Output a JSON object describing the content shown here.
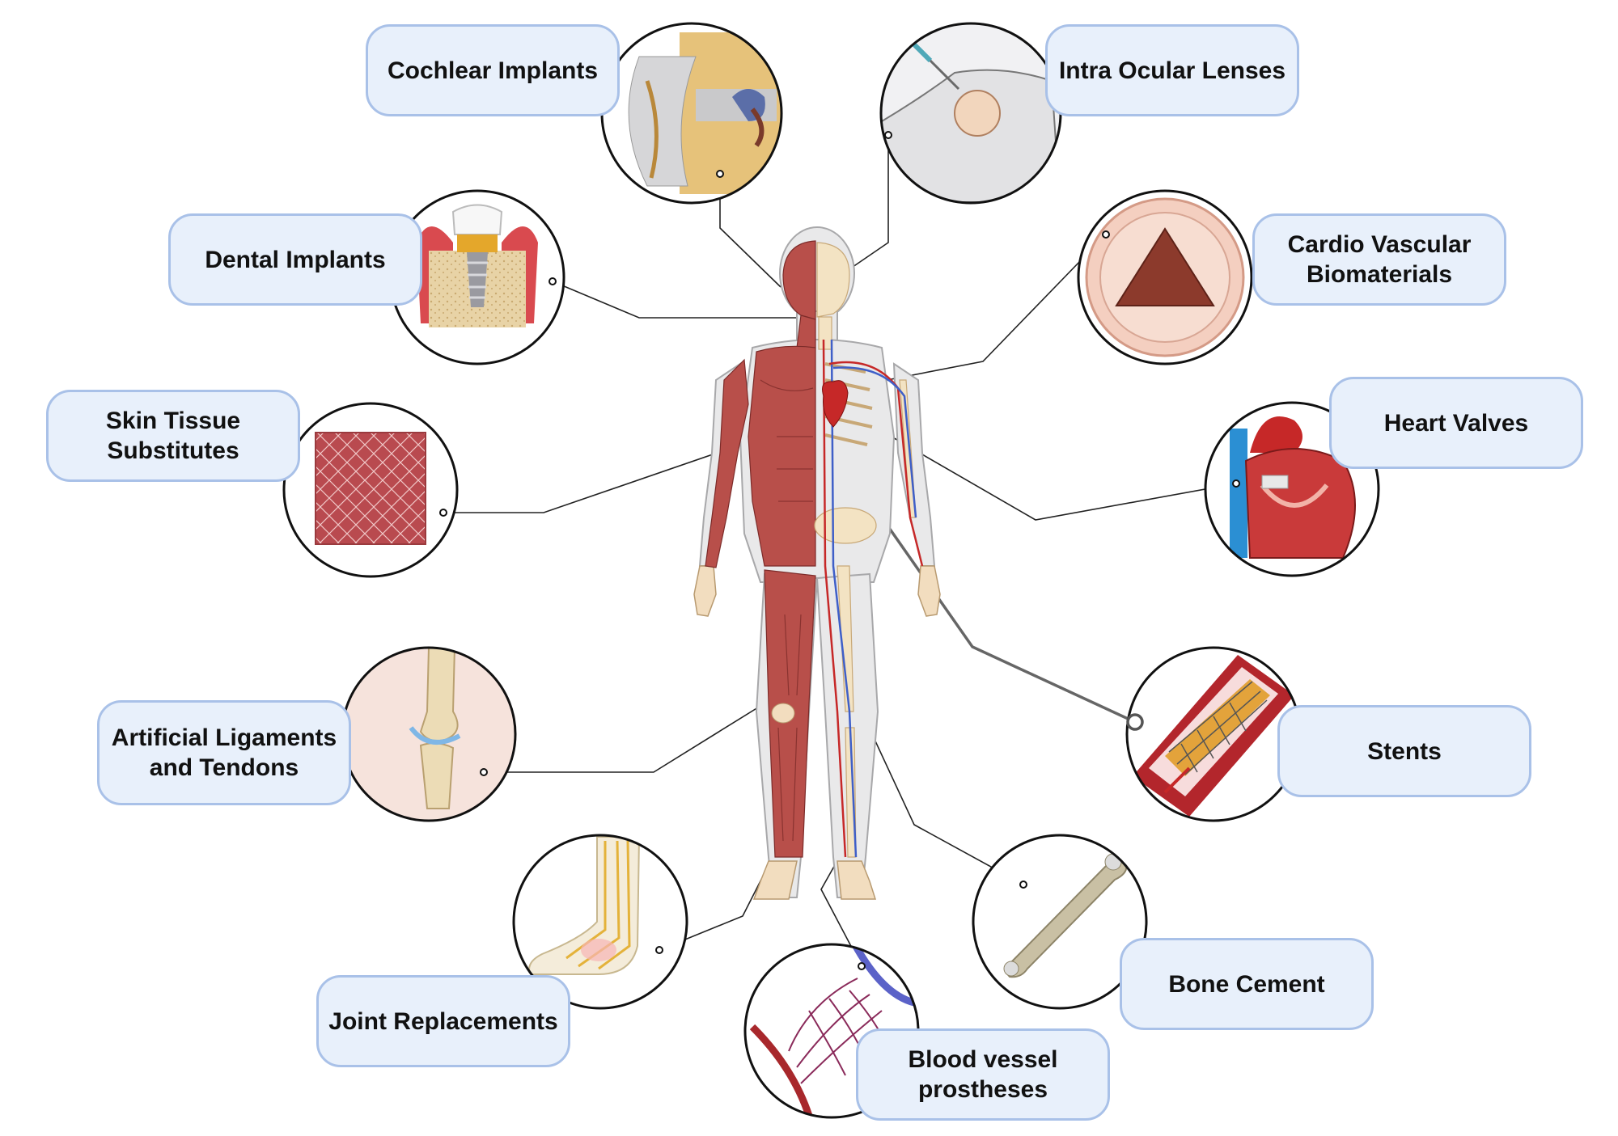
{
  "labels": {
    "cochlear": "Cochlear Implants",
    "ocular": "Intra Ocular Lenses",
    "dental": "Dental Implants",
    "cardio": "Cardio Vascular\nBiomaterials",
    "skin": "Skin Tissue\nSubstitutes",
    "heart": "Heart Valves",
    "ligaments": "Artificial Ligaments\nand Tendons",
    "stents": "Stents",
    "joint": "Joint Replacements",
    "bone": "Bone Cement",
    "vessel": "Blood vessel\nprostheses"
  },
  "colors": {
    "label_fill": "#e8f0fb",
    "label_border": "#a9c1e8",
    "muscle": "#b84f4a",
    "skin": "#f2ddbf",
    "artery": "#c62828",
    "vein": "#3f5fc8"
  }
}
